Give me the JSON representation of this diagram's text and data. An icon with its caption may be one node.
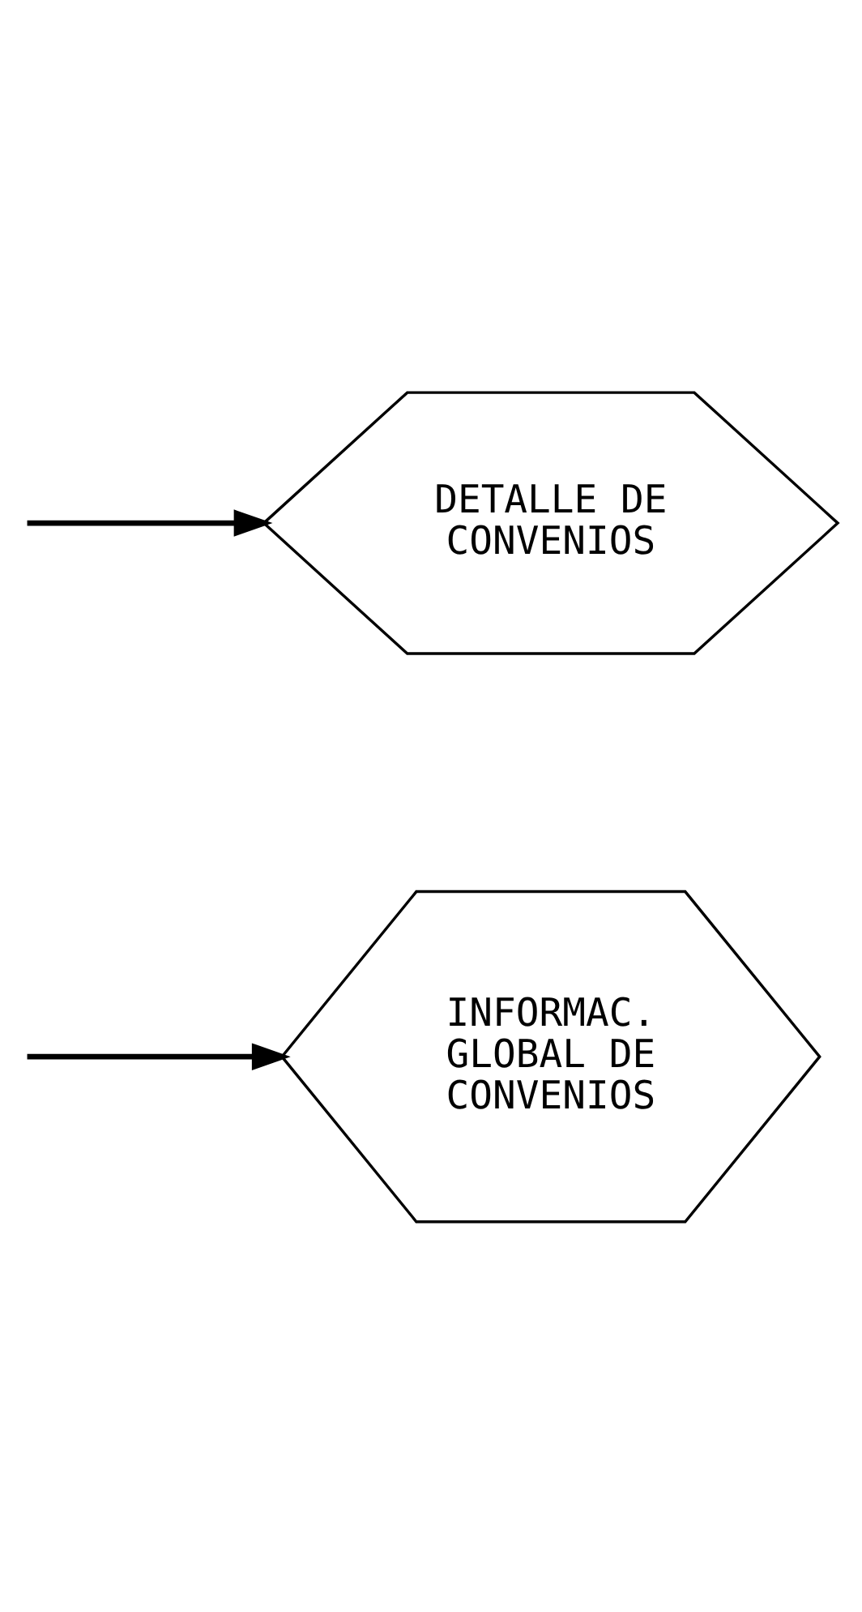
{
  "diagram": {
    "nodes": [
      {
        "text": [
          "INFORMAC. GLOBAL DE CONVENIOS"
        ]
      },
      {
        "text": [
          "DETALLE DE CONVENIOS"
        ]
      }
    ],
    "edges": [
      {
        "from": null,
        "to": 0,
        "arrow": "to"
      },
      {
        "from": null,
        "to": 1,
        "arrow": "to"
      }
    ]
  }
}
